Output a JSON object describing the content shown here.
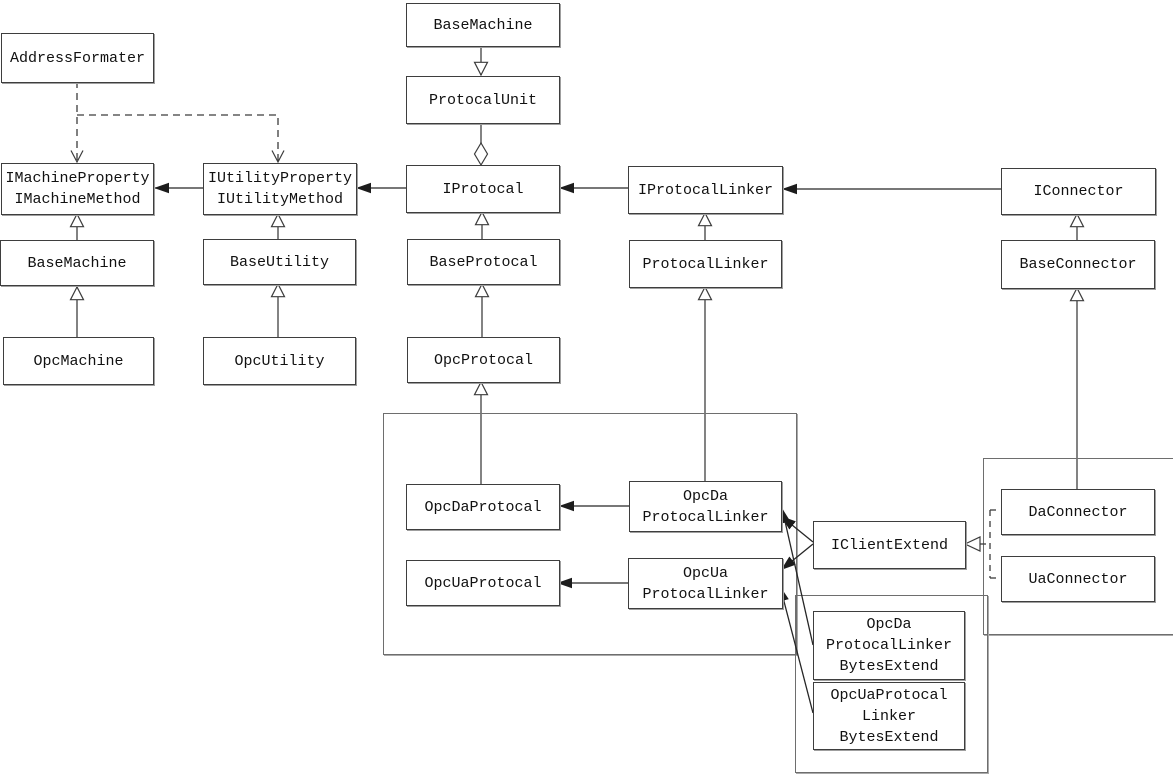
{
  "diagram": {
    "colors": {
      "background": "#ffffff",
      "line": "#4a4a4a",
      "text": "#111111",
      "box_border": "#3e3e3e"
    },
    "nodes": {
      "address_formater": {
        "label": "AddressFormater"
      },
      "i_machine": {
        "lines": [
          "IMachineProperty",
          "IMachineMethod"
        ]
      },
      "base_machine_left": {
        "label": "BaseMachine"
      },
      "opc_machine": {
        "label": "OpcMachine"
      },
      "i_utility": {
        "lines": [
          "IUtilityProperty",
          "IUtilityMethod"
        ]
      },
      "base_utility": {
        "label": "BaseUtility"
      },
      "opc_utility": {
        "label": "OpcUtility"
      },
      "base_machine_top": {
        "label": "BaseMachine"
      },
      "protocal_unit": {
        "label": "ProtocalUnit"
      },
      "i_protocal": {
        "label": "IProtocal"
      },
      "base_protocal": {
        "label": "BaseProtocal"
      },
      "opc_protocal": {
        "label": "OpcProtocal"
      },
      "i_protocal_linker": {
        "label": "IProtocalLinker"
      },
      "protocal_linker": {
        "label": "ProtocalLinker"
      },
      "i_connector": {
        "label": "IConnector"
      },
      "base_connector": {
        "label": "BaseConnector"
      },
      "opc_da_protocal": {
        "label": "OpcDaProtocal"
      },
      "opc_ua_protocal": {
        "label": "OpcUaProtocal"
      },
      "opc_da_linker": {
        "lines": [
          "OpcDa",
          "ProtocalLinker"
        ]
      },
      "opc_ua_linker": {
        "lines": [
          "OpcUa",
          "ProtocalLinker"
        ]
      },
      "i_client_extend": {
        "label": "IClientExtend"
      },
      "da_connector": {
        "label": "DaConnector"
      },
      "ua_connector": {
        "label": "UaConnector"
      },
      "opc_da_bytes": {
        "lines": [
          "OpcDa",
          "ProtocalLinker",
          "BytesExtend"
        ]
      },
      "opc_ua_bytes": {
        "lines": [
          "OpcUaProtocal",
          "Linker",
          "BytesExtend"
        ]
      }
    },
    "edges": [
      {
        "from": "BaseMachine(top)",
        "to": "ProtocalUnit",
        "type": "generalization-down"
      },
      {
        "from": "ProtocalUnit",
        "to": "IProtocal",
        "type": "aggregation-diamond"
      },
      {
        "from": "AddressFormater",
        "to": "IMachineProperty/IMachineMethod",
        "type": "dashed-dependency"
      },
      {
        "from": "AddressFormater",
        "to": "IUtilityProperty/IUtilityMethod",
        "type": "dashed-dependency"
      },
      {
        "from": "IUtilityProperty/IUtilityMethod",
        "to": "IMachineProperty/IMachineMethod",
        "type": "association"
      },
      {
        "from": "IProtocal",
        "to": "IUtilityProperty/IUtilityMethod",
        "type": "association"
      },
      {
        "from": "IProtocalLinker",
        "to": "IProtocal",
        "type": "association"
      },
      {
        "from": "IConnector",
        "to": "IProtocalLinker",
        "type": "association"
      },
      {
        "from": "BaseMachine(left)",
        "to": "IMachineProperty/IMachineMethod",
        "type": "generalization"
      },
      {
        "from": "OpcMachine",
        "to": "BaseMachine(left)",
        "type": "generalization"
      },
      {
        "from": "BaseUtility",
        "to": "IUtilityProperty/IUtilityMethod",
        "type": "generalization"
      },
      {
        "from": "OpcUtility",
        "to": "BaseUtility",
        "type": "generalization"
      },
      {
        "from": "BaseProtocal",
        "to": "IProtocal",
        "type": "generalization"
      },
      {
        "from": "OpcProtocal",
        "to": "BaseProtocal",
        "type": "generalization"
      },
      {
        "from": "OpcDaProtocal",
        "to": "OpcProtocal",
        "type": "generalization"
      },
      {
        "from": "ProtocalLinker",
        "to": "IProtocalLinker",
        "type": "generalization"
      },
      {
        "from": "OpcDa ProtocalLinker",
        "to": "ProtocalLinker",
        "type": "generalization"
      },
      {
        "from": "BaseConnector",
        "to": "IConnector",
        "type": "generalization"
      },
      {
        "from": "DaConnector",
        "to": "BaseConnector",
        "type": "generalization"
      },
      {
        "from": "OpcDa ProtocalLinker",
        "to": "OpcDaProtocal",
        "type": "association"
      },
      {
        "from": "OpcUa ProtocalLinker",
        "to": "OpcUaProtocal",
        "type": "association"
      },
      {
        "from": "IClientExtend",
        "to": "OpcDa ProtocalLinker",
        "type": "association"
      },
      {
        "from": "IClientExtend",
        "to": "OpcUa ProtocalLinker",
        "type": "association"
      },
      {
        "from": "OpcDa ProtocalLinker BytesExtend",
        "to": "OpcDa ProtocalLinker",
        "type": "association"
      },
      {
        "from": "OpcUaProtocal Linker BytesExtend",
        "to": "OpcUa ProtocalLinker",
        "type": "association"
      },
      {
        "from": "DaConnector",
        "to": "IClientExtend",
        "type": "dashed-realization"
      },
      {
        "from": "UaConnector",
        "to": "IClientExtend",
        "type": "dashed-realization"
      }
    ]
  }
}
